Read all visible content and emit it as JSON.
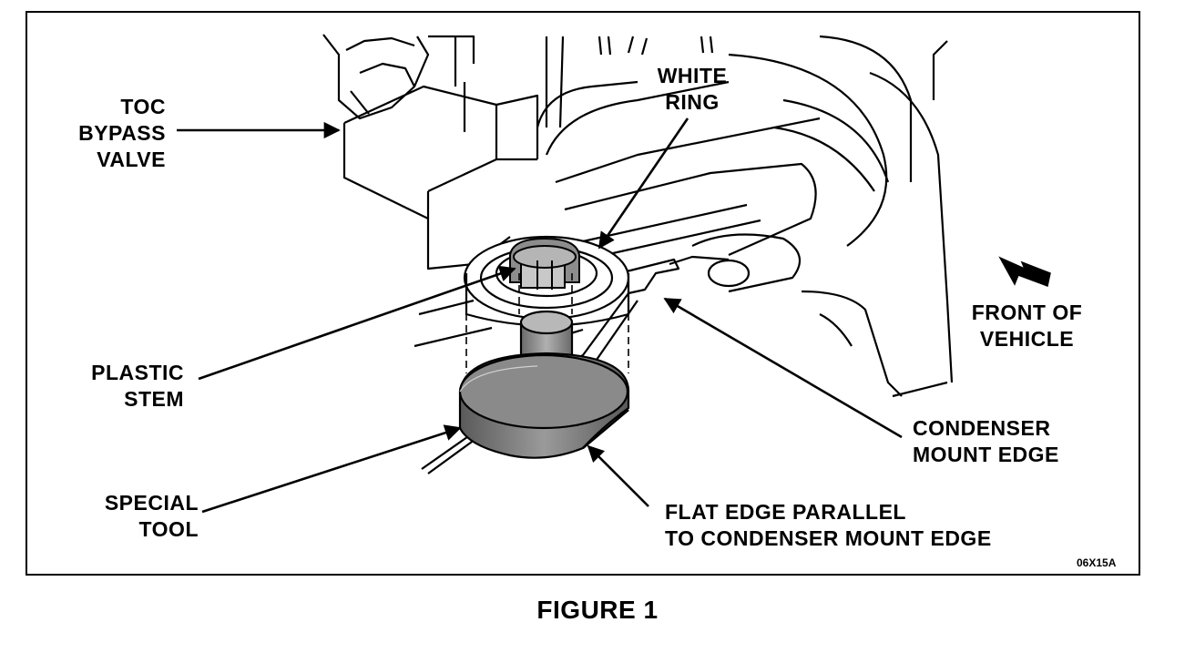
{
  "labels": {
    "toc_bypass_valve": [
      "TOC",
      "BYPASS",
      "VALVE"
    ],
    "white_ring": [
      "WHITE",
      "RING"
    ],
    "plastic_stem": [
      "PLASTIC",
      "STEM"
    ],
    "special_tool": [
      "SPECIAL",
      "TOOL"
    ],
    "front_of_vehicle": [
      "FRONT OF",
      "VEHICLE"
    ],
    "condenser_mount_edge": [
      "CONDENSER",
      "MOUNT EDGE"
    ],
    "flat_edge": [
      "FLAT EDGE PARALLEL",
      "TO CONDENSER MOUNT EDGE"
    ]
  },
  "figure_code": "06X15A",
  "caption": "FIGURE 1",
  "colors": {
    "ink": "#000000",
    "tool_fill": "#7a7a7a",
    "paper": "#ffffff"
  }
}
